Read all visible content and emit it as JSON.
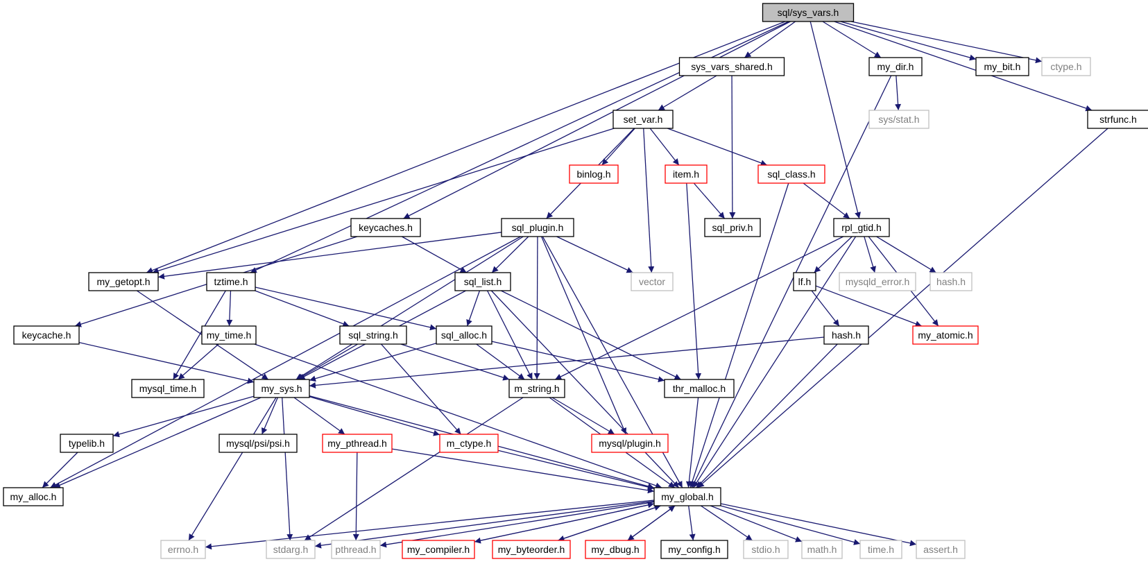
{
  "colors": {
    "edge": "#191970",
    "default_border": "#000000",
    "red_border": "#ff0000",
    "gray_border": "#bfbfbf",
    "gray_text": "#7f7f7f",
    "root_fill": "#bfbfbf",
    "text": "#000000"
  },
  "nodes": [
    {
      "id": "sys_vars",
      "label": "sql/sys_vars.h",
      "style": "root"
    },
    {
      "id": "sys_vars_shared",
      "label": "sys_vars_shared.h",
      "style": "black"
    },
    {
      "id": "my_dir",
      "label": "my_dir.h",
      "style": "black"
    },
    {
      "id": "my_bit",
      "label": "my_bit.h",
      "style": "black"
    },
    {
      "id": "ctype",
      "label": "ctype.h",
      "style": "gray"
    },
    {
      "id": "sys_stat",
      "label": "sys/stat.h",
      "style": "gray"
    },
    {
      "id": "strfunc",
      "label": "strfunc.h",
      "style": "black"
    },
    {
      "id": "set_var",
      "label": "set_var.h",
      "style": "black"
    },
    {
      "id": "binlog",
      "label": "binlog.h",
      "style": "red"
    },
    {
      "id": "item",
      "label": "item.h",
      "style": "red"
    },
    {
      "id": "sql_class",
      "label": "sql_class.h",
      "style": "red"
    },
    {
      "id": "keycaches",
      "label": "keycaches.h",
      "style": "black"
    },
    {
      "id": "sql_plugin",
      "label": "sql_plugin.h",
      "style": "black"
    },
    {
      "id": "sql_priv",
      "label": "sql_priv.h",
      "style": "black"
    },
    {
      "id": "rpl_gtid",
      "label": "rpl_gtid.h",
      "style": "black"
    },
    {
      "id": "my_getopt",
      "label": "my_getopt.h",
      "style": "black"
    },
    {
      "id": "tztime",
      "label": "tztime.h",
      "style": "black"
    },
    {
      "id": "sql_list",
      "label": "sql_list.h",
      "style": "black"
    },
    {
      "id": "vector",
      "label": "vector",
      "style": "gray"
    },
    {
      "id": "lf",
      "label": "lf.h",
      "style": "black"
    },
    {
      "id": "mysqld_error",
      "label": "mysqld_error.h",
      "style": "gray"
    },
    {
      "id": "hash_gray",
      "label": "hash.h",
      "style": "gray"
    },
    {
      "id": "keycache",
      "label": "keycache.h",
      "style": "black"
    },
    {
      "id": "my_time",
      "label": "my_time.h",
      "style": "black"
    },
    {
      "id": "sql_string",
      "label": "sql_string.h",
      "style": "black"
    },
    {
      "id": "sql_alloc",
      "label": "sql_alloc.h",
      "style": "black"
    },
    {
      "id": "hash",
      "label": "hash.h",
      "style": "black"
    },
    {
      "id": "my_atomic",
      "label": "my_atomic.h",
      "style": "red"
    },
    {
      "id": "mysql_time",
      "label": "mysql_time.h",
      "style": "black"
    },
    {
      "id": "my_sys",
      "label": "my_sys.h",
      "style": "black"
    },
    {
      "id": "m_string",
      "label": "m_string.h",
      "style": "black"
    },
    {
      "id": "thr_malloc",
      "label": "thr_malloc.h",
      "style": "black"
    },
    {
      "id": "typelib",
      "label": "typelib.h",
      "style": "black"
    },
    {
      "id": "psi",
      "label": "mysql/psi/psi.h",
      "style": "black"
    },
    {
      "id": "my_pthread",
      "label": "my_pthread.h",
      "style": "red"
    },
    {
      "id": "m_ctype",
      "label": "m_ctype.h",
      "style": "red"
    },
    {
      "id": "mysql_plugin",
      "label": "mysql/plugin.h",
      "style": "red"
    },
    {
      "id": "my_alloc",
      "label": "my_alloc.h",
      "style": "black"
    },
    {
      "id": "my_global",
      "label": "my_global.h",
      "style": "black"
    },
    {
      "id": "errno",
      "label": "errno.h",
      "style": "gray"
    },
    {
      "id": "stdarg",
      "label": "stdarg.h",
      "style": "gray"
    },
    {
      "id": "pthread",
      "label": "pthread.h",
      "style": "gray"
    },
    {
      "id": "my_compiler",
      "label": "my_compiler.h",
      "style": "red"
    },
    {
      "id": "my_byteorder",
      "label": "my_byteorder.h",
      "style": "red"
    },
    {
      "id": "my_dbug",
      "label": "my_dbug.h",
      "style": "red"
    },
    {
      "id": "my_config",
      "label": "my_config.h",
      "style": "black"
    },
    {
      "id": "stdio",
      "label": "stdio.h",
      "style": "gray"
    },
    {
      "id": "math",
      "label": "math.h",
      "style": "gray"
    },
    {
      "id": "time",
      "label": "time.h",
      "style": "gray"
    },
    {
      "id": "assert",
      "label": "assert.h",
      "style": "gray"
    }
  ],
  "edges": [
    [
      "sys_vars",
      "sys_vars_shared"
    ],
    [
      "sys_vars",
      "my_dir"
    ],
    [
      "sys_vars",
      "my_bit"
    ],
    [
      "sys_vars",
      "ctype"
    ],
    [
      "sys_vars",
      "strfunc"
    ],
    [
      "sys_vars",
      "rpl_gtid"
    ],
    [
      "sys_vars",
      "keycaches"
    ],
    [
      "sys_vars",
      "my_getopt"
    ],
    [
      "sys_vars",
      "tztime"
    ],
    [
      "sys_vars_shared",
      "set_var"
    ],
    [
      "sys_vars_shared",
      "sql_priv"
    ],
    [
      "my_dir",
      "sys_stat"
    ],
    [
      "my_dir",
      "my_global"
    ],
    [
      "strfunc",
      "my_global"
    ],
    [
      "set_var",
      "binlog"
    ],
    [
      "set_var",
      "item"
    ],
    [
      "set_var",
      "sql_class"
    ],
    [
      "set_var",
      "sql_plugin"
    ],
    [
      "set_var",
      "vector"
    ],
    [
      "set_var",
      "my_getopt"
    ],
    [
      "item",
      "sql_priv"
    ],
    [
      "item",
      "thr_malloc"
    ],
    [
      "sql_class",
      "rpl_gtid"
    ],
    [
      "sql_class",
      "my_global"
    ],
    [
      "keycaches",
      "keycache"
    ],
    [
      "keycaches",
      "sql_list"
    ],
    [
      "sql_plugin",
      "my_getopt"
    ],
    [
      "sql_plugin",
      "sql_list"
    ],
    [
      "sql_plugin",
      "vector"
    ],
    [
      "sql_plugin",
      "my_alloc"
    ],
    [
      "sql_plugin",
      "my_sys"
    ],
    [
      "sql_plugin",
      "m_string"
    ],
    [
      "sql_plugin",
      "mysql_plugin"
    ],
    [
      "sql_plugin",
      "my_global"
    ],
    [
      "rpl_gtid",
      "lf"
    ],
    [
      "rpl_gtid",
      "mysqld_error"
    ],
    [
      "rpl_gtid",
      "hash_gray"
    ],
    [
      "rpl_gtid",
      "my_atomic"
    ],
    [
      "rpl_gtid",
      "m_string"
    ],
    [
      "rpl_gtid",
      "my_global"
    ],
    [
      "my_getopt",
      "my_sys"
    ],
    [
      "tztime",
      "my_time"
    ],
    [
      "tztime",
      "mysql_time"
    ],
    [
      "tztime",
      "sql_string"
    ],
    [
      "tztime",
      "sql_alloc"
    ],
    [
      "sql_list",
      "sql_alloc"
    ],
    [
      "sql_list",
      "my_sys"
    ],
    [
      "sql_list",
      "m_string"
    ],
    [
      "sql_list",
      "thr_malloc"
    ],
    [
      "sql_list",
      "my_global"
    ],
    [
      "lf",
      "hash"
    ],
    [
      "lf",
      "my_atomic"
    ],
    [
      "keycache",
      "my_sys"
    ],
    [
      "my_time",
      "mysql_time"
    ],
    [
      "my_time",
      "my_global"
    ],
    [
      "sql_string",
      "my_sys"
    ],
    [
      "sql_string",
      "m_string"
    ],
    [
      "sql_string",
      "m_ctype"
    ],
    [
      "sql_alloc",
      "my_sys"
    ],
    [
      "sql_alloc",
      "m_string"
    ],
    [
      "sql_alloc",
      "thr_malloc"
    ],
    [
      "hash",
      "my_sys"
    ],
    [
      "hash",
      "my_global"
    ],
    [
      "my_sys",
      "typelib"
    ],
    [
      "my_sys",
      "psi"
    ],
    [
      "my_sys",
      "my_pthread"
    ],
    [
      "my_sys",
      "m_ctype"
    ],
    [
      "my_sys",
      "my_alloc"
    ],
    [
      "my_sys",
      "my_global"
    ],
    [
      "my_sys",
      "errno"
    ],
    [
      "my_sys",
      "stdarg"
    ],
    [
      "m_string",
      "mysql_plugin"
    ],
    [
      "m_string",
      "my_global"
    ],
    [
      "m_string",
      "stdarg"
    ],
    [
      "thr_malloc",
      "my_global"
    ],
    [
      "typelib",
      "my_alloc"
    ],
    [
      "my_pthread",
      "my_global"
    ],
    [
      "my_pthread",
      "pthread"
    ],
    [
      "m_ctype",
      "my_global"
    ],
    [
      "my_global",
      "errno"
    ],
    [
      "my_global",
      "stdarg"
    ],
    [
      "my_global",
      "pthread"
    ],
    [
      "my_global",
      "my_compiler"
    ],
    [
      "my_global",
      "my_byteorder"
    ],
    [
      "my_global",
      "my_dbug"
    ],
    [
      "my_global",
      "my_config"
    ],
    [
      "my_global",
      "stdio"
    ],
    [
      "my_global",
      "math"
    ],
    [
      "my_global",
      "time"
    ],
    [
      "my_global",
      "assert"
    ],
    [
      "my_compiler",
      "my_global"
    ],
    [
      "my_byteorder",
      "my_global"
    ],
    [
      "my_dbug",
      "my_global"
    ]
  ]
}
